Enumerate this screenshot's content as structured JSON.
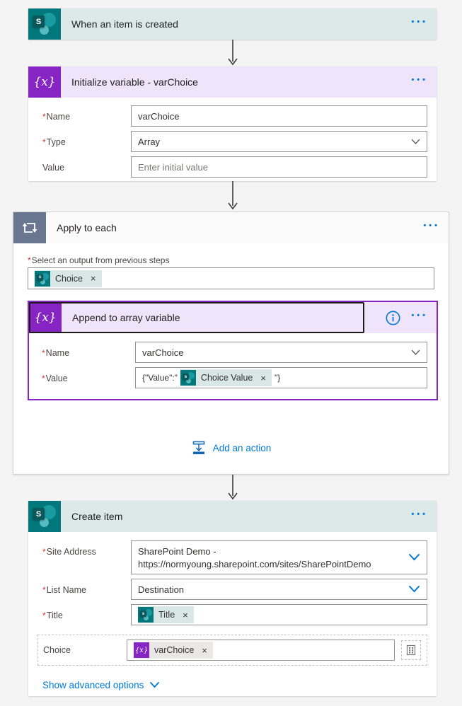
{
  "misc": {
    "required_marker": "*",
    "ellipsis": "•••",
    "remove_glyph": "×",
    "sp_letter": "S",
    "sp_letter_small": "s",
    "fx_glyph": "{x}"
  },
  "colors": {
    "accent_blue": "#0078d4",
    "sharepoint_teal": "#03787c",
    "teal_header": "#dbeae9",
    "variable_purple": "#8624c4",
    "purple_header": "#efe4f9",
    "loop_icon_gray": "#68768f",
    "required_red": "#d13438"
  },
  "trigger_card": {
    "title": "When an item is created"
  },
  "init_card": {
    "title": "Initialize variable - varChoice",
    "name_label": "Name",
    "name_value": "varChoice",
    "type_label": "Type",
    "type_value": "Array",
    "value_label": "Value",
    "value_placeholder": "Enter initial value"
  },
  "apply_card": {
    "title": "Apply to each",
    "output_label": "Select an output from previous steps",
    "output_token": "Choice",
    "add_action_label": "Add an action",
    "append_card": {
      "title": "Append to array variable",
      "name_label": "Name",
      "name_value": "varChoice",
      "value_label": "Value",
      "value_prefix": "{\"Value\":\"",
      "value_token": "Choice Value",
      "value_suffix": "\"}"
    }
  },
  "create_card": {
    "title": "Create item",
    "site_label": "Site Address",
    "site_line1": "SharePoint Demo -",
    "site_line2": "https://normyoung.sharepoint.com/sites/SharePointDemo",
    "list_label": "List Name",
    "list_value": "Destination",
    "title_label": "Title",
    "title_token": "Title",
    "choice_label": "Choice",
    "choice_token": "varChoice",
    "advanced_label": "Show advanced options"
  }
}
